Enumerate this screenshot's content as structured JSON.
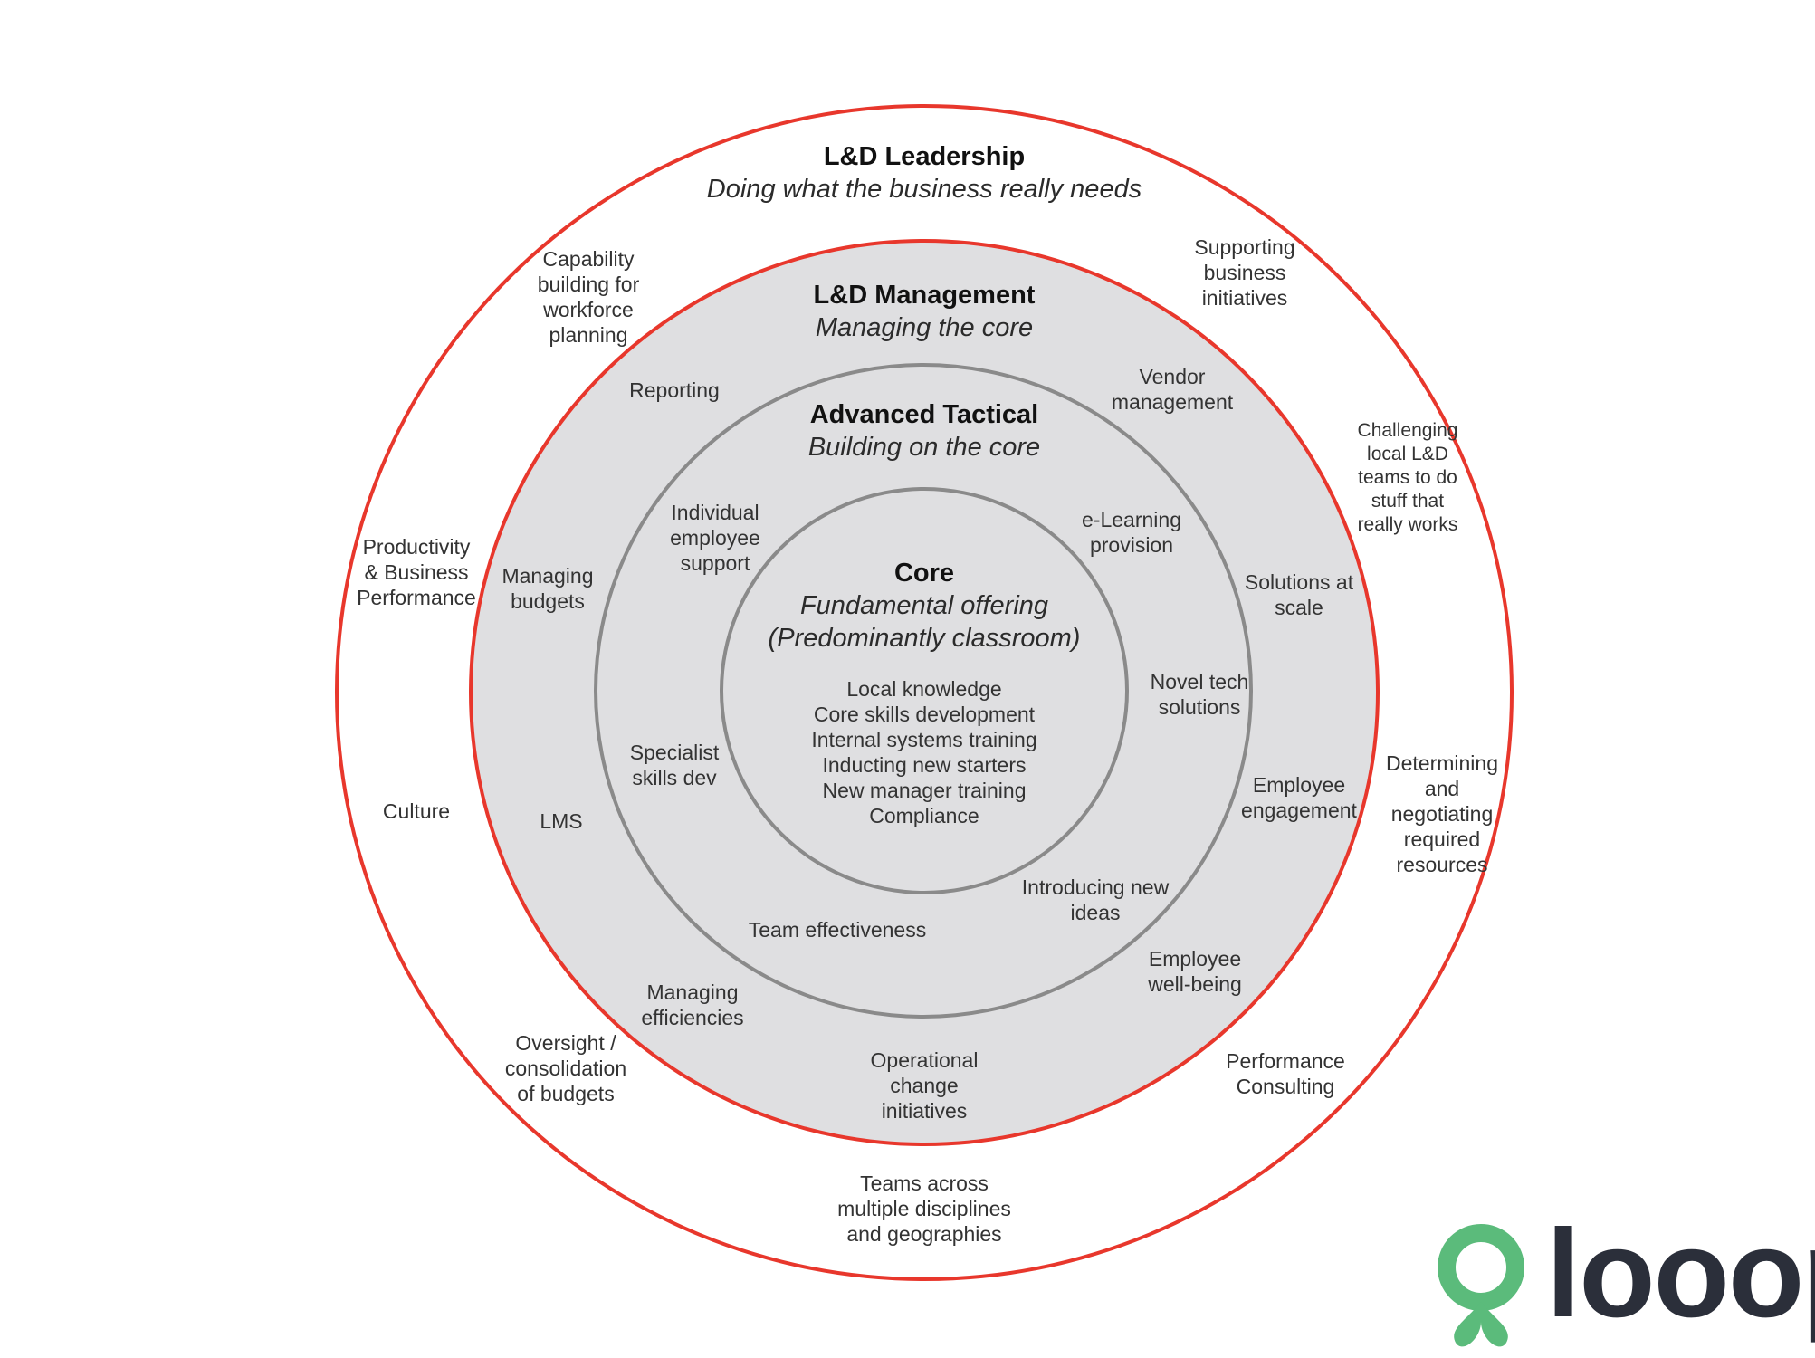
{
  "colors": {
    "accent_red": "#e8372c",
    "ring_gray": "#8a8a8a",
    "fill_gray": "#dfdfe1",
    "logo_green": "#5bbb7b",
    "logo_dark": "#2b2f3a"
  },
  "leadership": {
    "title": "L&D Leadership",
    "subtitle": "Doing what the business really needs",
    "items": {
      "capability": "Capability\nbuilding for\nworkforce\nplanning",
      "supporting": "Supporting\nbusiness\ninitiatives",
      "challenging": "Challenging\nlocal L&D\nteams to do\nstuff that\nreally works",
      "productivity": "Productivity\n& Business\nPerformance",
      "culture": "Culture",
      "determining": "Determining\nand\nnegotiating\nrequired\nresources",
      "oversight": "Oversight /\nconsolidation\nof budgets",
      "performance": "Performance\nConsulting",
      "teams": "Teams across\nmultiple disciplines\nand geographies"
    }
  },
  "management": {
    "title": "L&D Management",
    "subtitle": "Managing the core",
    "items": {
      "reporting": "Reporting",
      "vendor": "Vendor\nmanagement",
      "budgets": "Managing\nbudgets",
      "solutions": "Solutions at\nscale",
      "lms": "LMS",
      "engagement": "Employee\nengagement",
      "efficiencies": "Managing\nefficiencies",
      "wellbeing": "Employee\nwell-being",
      "operational": "Operational\nchange\ninitiatives"
    }
  },
  "tactical": {
    "title": "Advanced Tactical",
    "subtitle": "Building on the core",
    "items": {
      "individual": "Individual\nemployee\nsupport",
      "elearning": "e-Learning\nprovision",
      "specialist": "Specialist\nskills dev",
      "novel": "Novel tech\nsolutions",
      "team": "Team effectiveness",
      "ideas": "Introducing new\nideas"
    }
  },
  "core": {
    "title": "Core",
    "subtitle1": "Fundamental offering",
    "subtitle2": "(Predominantly classroom)",
    "items": "Local knowledge\nCore skills development\nInternal systems training\nInducting new starters\nNew manager training\nCompliance"
  },
  "logo": {
    "wordmark": "looop"
  }
}
